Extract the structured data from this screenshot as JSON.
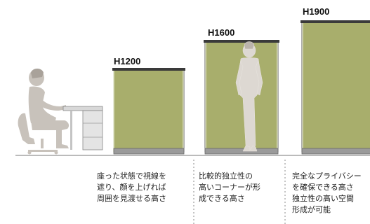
{
  "panels": [
    {
      "height_label": "H1200",
      "description": [
        "座った状態で視線を",
        "遮り、顔を上げれば",
        "周囲を見渡せる高さ"
      ]
    },
    {
      "height_label": "H1600",
      "description": [
        "比較的独立性の",
        "高いコーナーが形",
        "成できる高さ"
      ]
    },
    {
      "height_label": "H1900",
      "description": [
        "完全なプライバシー",
        "を確保できる高さ",
        "独立性の高い空間",
        "形成が可能"
      ]
    }
  ],
  "colors": {
    "panel_fill": "#a8ae6c",
    "panel_base": "#9a9a9a",
    "panel_frame": "#5a5a5a",
    "figure_fill": "#c8c2bb",
    "desk_fill": "#d8d8d8",
    "dotted_line": "#888888"
  }
}
